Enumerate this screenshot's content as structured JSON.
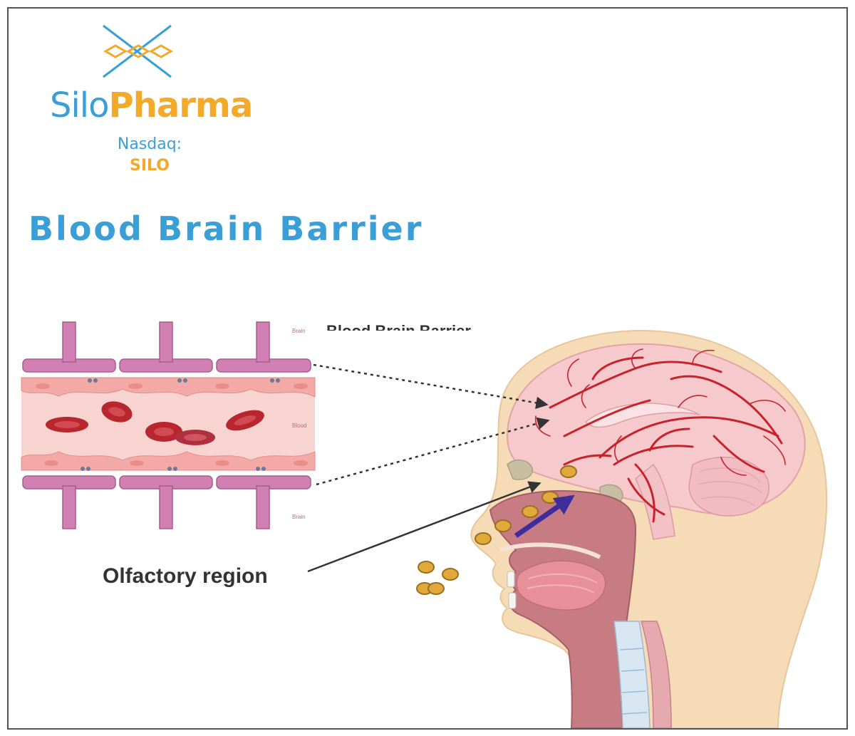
{
  "logo": {
    "brand_part1": "Silo",
    "brand_part2": "Pharma",
    "exchange": "Nasdaq:",
    "ticker": "SILO",
    "icon": "star-cross-logo-icon"
  },
  "title": "Blood Brain Barrier",
  "inset": {
    "caption_cut": "Blood Brain Barrier",
    "label_top": "Brain",
    "label_middle": "Blood",
    "label_bottom": "Brain"
  },
  "callout": {
    "label": "Olfactory region"
  },
  "colors": {
    "brand_blue": "#3a9fd6",
    "brand_orange": "#f3a92a",
    "membrane": "#d27fb4",
    "vessel": "#f8d4d0",
    "rbc": "#b8262e",
    "skin": "#f5dcb7",
    "brain": "#f6c9cd",
    "artery": "#c8232b",
    "particle": "#e0a93a",
    "arrow_purple": "#3e2d9a"
  }
}
